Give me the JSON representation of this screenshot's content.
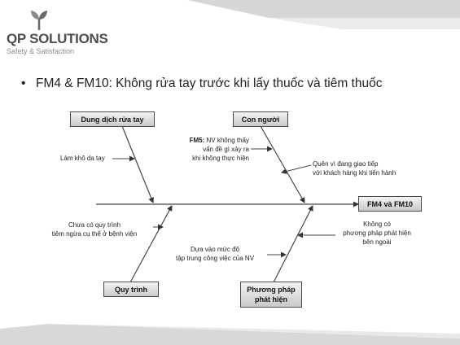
{
  "logo": {
    "name": "QP SOLUTIONS",
    "tagline": "Safety & Satisfaction"
  },
  "bullet": {
    "text": "FM4 & FM10: Không rửa tay trước khi lấy thuốc và tiêm thuốc"
  },
  "diagram": {
    "effect": "FM4 và FM10",
    "categories": {
      "top_left": "Dung dịch rửa tay",
      "top_right": "Con người",
      "bottom_left": "Quy trình",
      "bottom_right_line1": "Phương pháp",
      "bottom_right_line2": "phát hiện"
    },
    "causes": {
      "tl_1": "Làm khô da tay",
      "tr_1_prefix": "FM5:",
      "tr_1_line1": " NV không thấy",
      "tr_1_line2": "vấn đề gì xảy ra",
      "tr_1_line3": "khi không thực hiện",
      "tr_2_line1": "Quên vì đang giao tiếp",
      "tr_2_line2": "với khách hàng khi tiến hành",
      "bl_1_line1": "Chưa có quy trình",
      "bl_1_line2": "tiêm ngừa cụ thể ở bệnh viện",
      "bc_1_line1": "Dựa vào mức độ",
      "bc_1_line2": "tập trung công việc của NV",
      "br_1_line1": "Không có",
      "br_1_line2": "phương pháp phát hiện",
      "br_1_line3": "bên ngoài"
    }
  },
  "colors": {
    "band": "#ececec",
    "band_accent": "#d2d2d2",
    "line": "#333333"
  }
}
